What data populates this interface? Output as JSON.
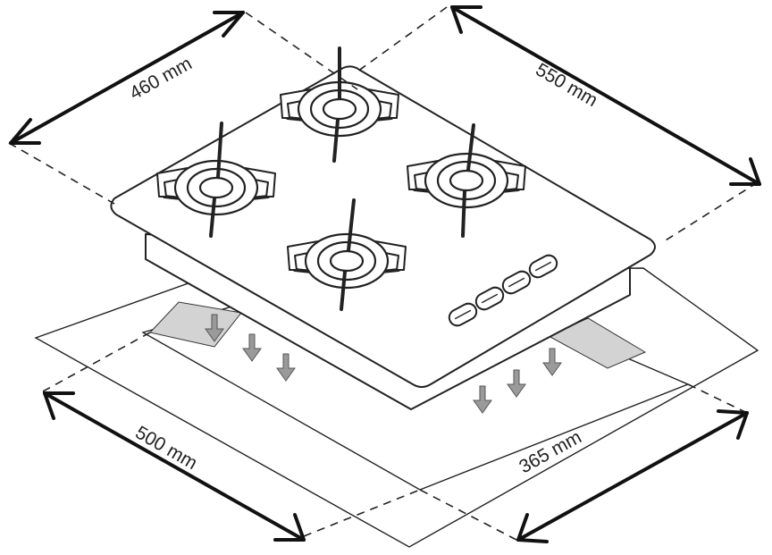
{
  "dimensions": {
    "top_left": "460 mm",
    "top_right": "550 mm",
    "bottom_left": "500 mm",
    "bottom_right": "365 mm"
  },
  "colors": {
    "line": "#222222",
    "cutout_shade": "#d3d3d3",
    "airflow_arrow": "#9a9a9a"
  }
}
